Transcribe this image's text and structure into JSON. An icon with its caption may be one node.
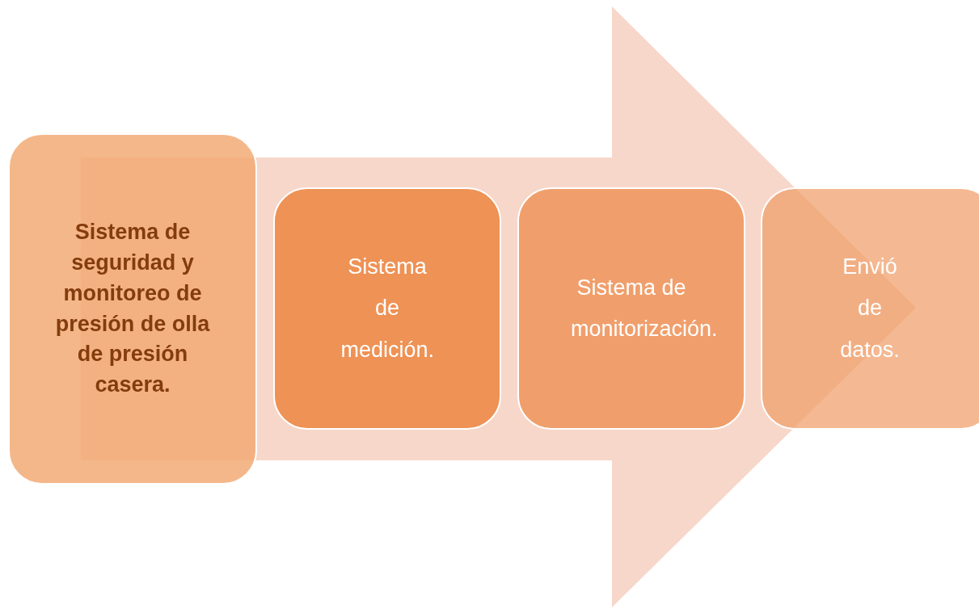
{
  "diagram": {
    "nodes": [
      {
        "text": [
          "Sistema de seguridad y monitoreo de presión de olla de presión casera."
        ]
      },
      {
        "text": [
          "Sistema de medición."
        ]
      },
      {
        "text": [
          "Sistema de monitorización."
        ]
      },
      {
        "text": [
          "Envió de datos."
        ]
      }
    ],
    "edges": [
      {
        "from": 0,
        "to": 3,
        "arrow": "to"
      }
    ]
  }
}
